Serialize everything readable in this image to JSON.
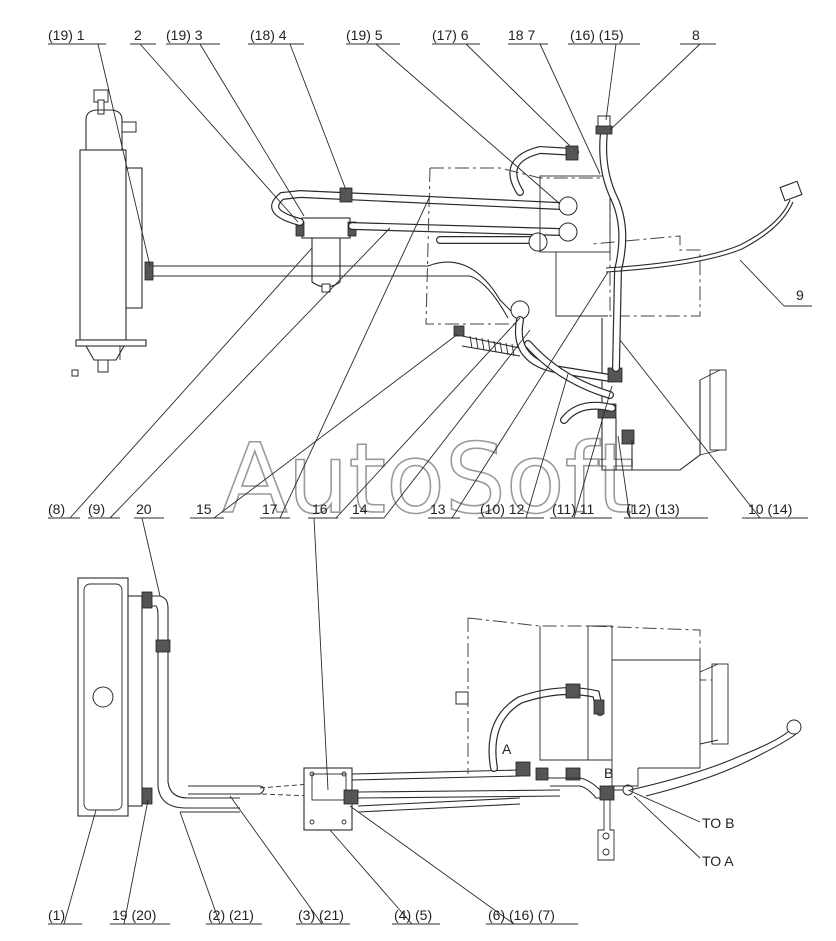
{
  "watermark": "AutoSoft",
  "callouts_top": [
    "(19) 1",
    "2",
    "(19) 3",
    "(18) 4",
    "(19) 5",
    "(17) 6",
    "18 7",
    "(16) (15)",
    "8"
  ],
  "callout_right": "9",
  "callouts_mid": [
    "(8)",
    "(9)",
    "15",
    "17",
    "16",
    "14",
    "13",
    "(10) 12",
    "(11) 11",
    "(12) (13)",
    "10 (14)"
  ],
  "callout_lower": "20",
  "callouts_bottom": [
    "(1)",
    "19 (20)",
    "(2) (21)",
    "(3) (21)",
    "(4) (5)",
    "(6) (16) (7)"
  ],
  "point_labels": {
    "a": "A",
    "b": "B"
  },
  "destinations": {
    "to_b": "TO B",
    "to_a": "TO A"
  }
}
